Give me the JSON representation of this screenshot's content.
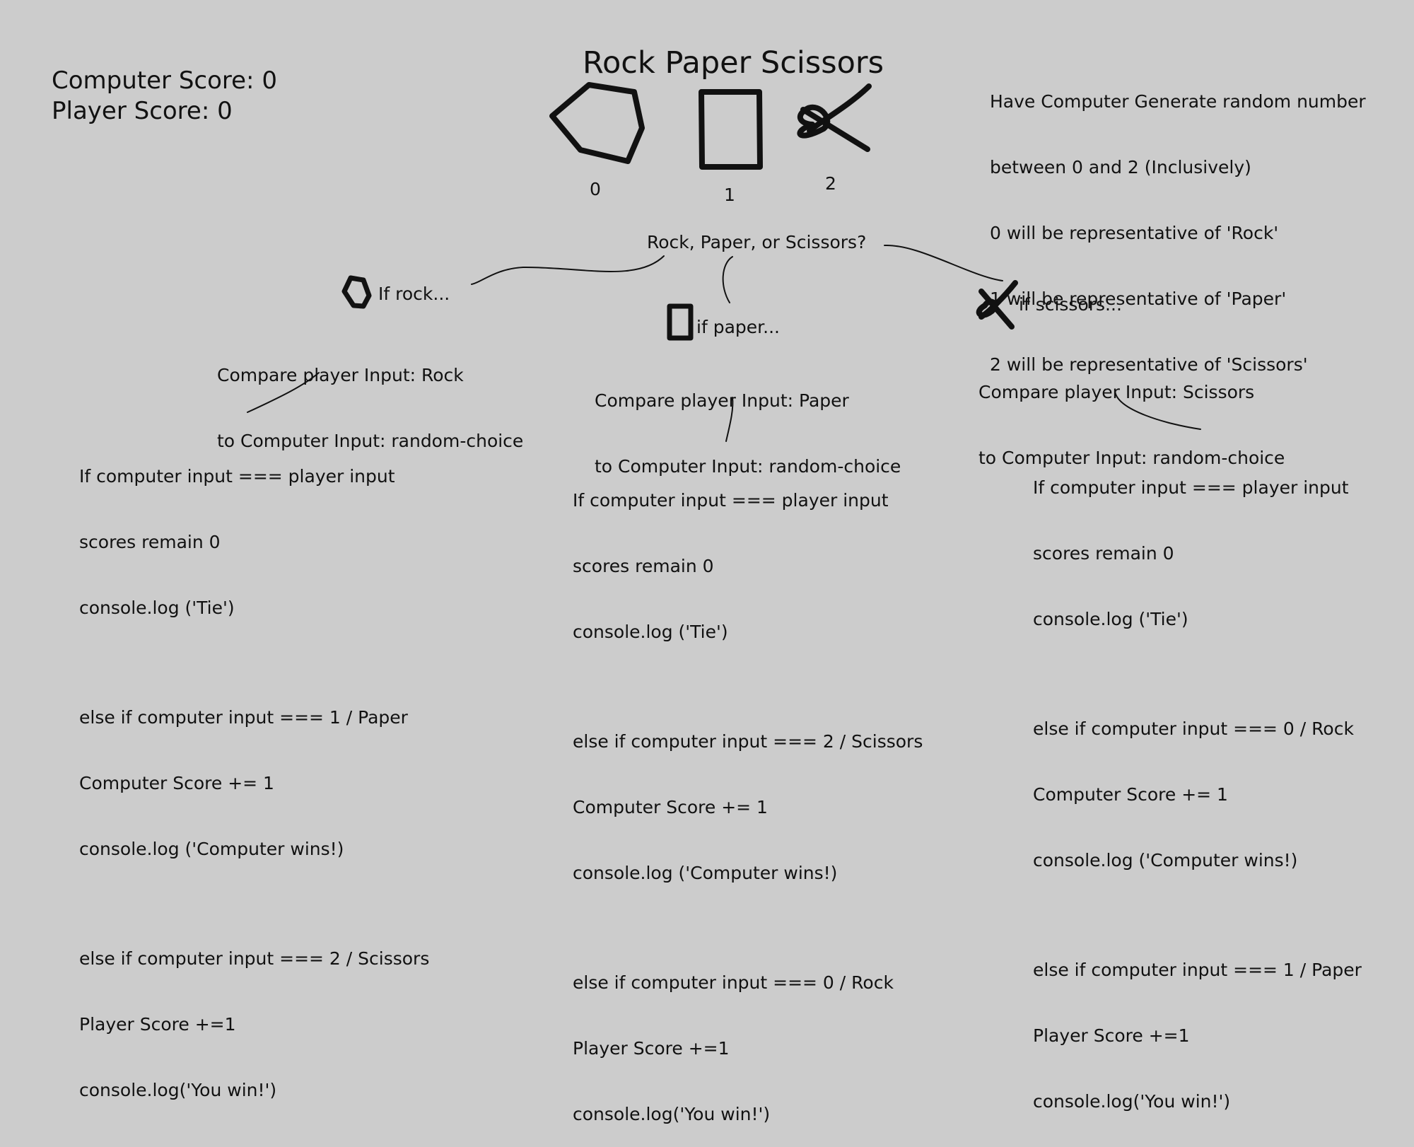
{
  "title": "Rock Paper Scissors",
  "scores": {
    "computer": "Computer Score: 0",
    "player": "Player Score: 0"
  },
  "icons": {
    "rock": {
      "icon": "rock-pentagon-icon",
      "number": "0"
    },
    "paper": {
      "icon": "paper-rectangle-icon",
      "number": "1"
    },
    "scissors": {
      "icon": "scissors-icon",
      "number": "2"
    }
  },
  "note": [
    "Have Computer Generate random number",
    "between 0 and 2 (Inclusively)",
    "0 will be representative of 'Rock'",
    "1 will be representative of 'Paper'",
    "2 will be representative of 'Scissors'"
  ],
  "question": "Rock, Paper, or Scissors?",
  "branches": {
    "rock": {
      "label": "If rock...",
      "compare": [
        "Compare player Input: Rock",
        "to Computer Input: random-choice"
      ],
      "logic": [
        "If computer input === player input",
        "scores remain 0",
        "console.log ('Tie')",
        "",
        "else if computer input === 1 / Paper",
        "Computer Score += 1",
        "console.log ('Computer wins!)",
        "",
        "else if computer input === 2 / Scissors",
        "Player Score +=1",
        "console.log('You win!')"
      ]
    },
    "paper": {
      "label": "if paper...",
      "compare": [
        "Compare player Input: Paper",
        "to Computer Input: random-choice"
      ],
      "logic": [
        "If computer input === player input",
        "scores remain 0",
        "console.log ('Tie')",
        "",
        "else if computer input === 2 / Scissors",
        "Computer Score += 1",
        "console.log ('Computer wins!)",
        "",
        "else if computer input === 0 / Rock",
        "Player Score +=1",
        "console.log('You win!')"
      ]
    },
    "scissors": {
      "label": "if scissors...",
      "compare": [
        "Compare player Input: Scissors",
        "to Computer Input: random-choice"
      ],
      "logic": [
        "If computer input === player input",
        "scores remain 0",
        "console.log ('Tie')",
        "",
        "else if computer input === 0 / Rock",
        "Computer Score += 1",
        "console.log ('Computer wins!)",
        "",
        "else if computer input === 1 / Paper",
        "Player Score +=1",
        "console.log('You win!')"
      ]
    }
  },
  "colors": {
    "background": "#cccccc",
    "ink": "#111111"
  }
}
